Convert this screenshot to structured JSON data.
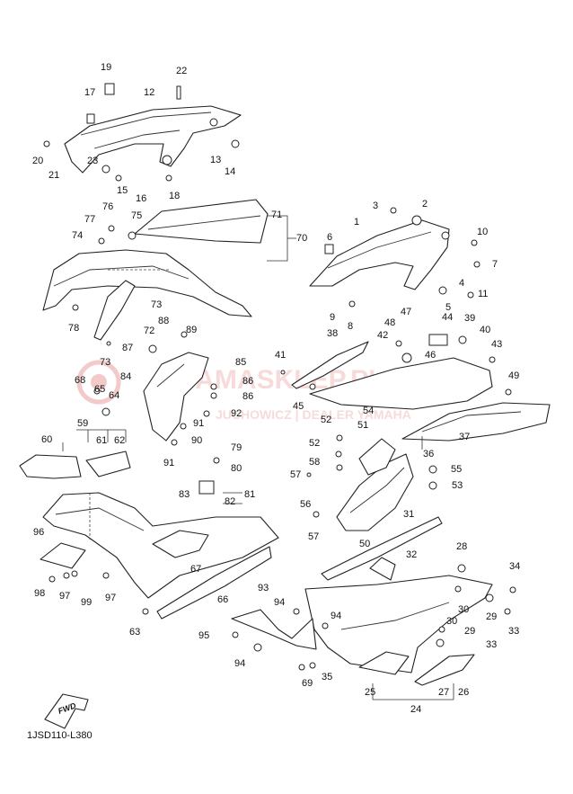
{
  "diagram": {
    "code": "1JSD110-L380",
    "fwd_label": "FWD",
    "watermark": {
      "title": "YAMASKLEP.PL",
      "subtitle": "JUCHOWICZ | DEALER YAMAHA",
      "color": "#e8a0a0"
    },
    "callouts": [
      {
        "id": "c19",
        "label": "19"
      },
      {
        "id": "c22",
        "label": "22"
      },
      {
        "id": "c17",
        "label": "17"
      },
      {
        "id": "c12",
        "label": "12"
      },
      {
        "id": "c20",
        "label": "20"
      },
      {
        "id": "c21",
        "label": "21"
      },
      {
        "id": "c23",
        "label": "23"
      },
      {
        "id": "c15",
        "label": "15"
      },
      {
        "id": "c16",
        "label": "16"
      },
      {
        "id": "c13",
        "label": "13"
      },
      {
        "id": "c14",
        "label": "14"
      },
      {
        "id": "c18",
        "label": "18"
      },
      {
        "id": "c76",
        "label": "76"
      },
      {
        "id": "c75",
        "label": "75"
      },
      {
        "id": "c77",
        "label": "77"
      },
      {
        "id": "c74",
        "label": "74"
      },
      {
        "id": "c71",
        "label": "71"
      },
      {
        "id": "c70",
        "label": "70"
      },
      {
        "id": "c78",
        "label": "78"
      },
      {
        "id": "c73a",
        "label": "73"
      },
      {
        "id": "c72",
        "label": "72"
      },
      {
        "id": "c73b",
        "label": "73"
      },
      {
        "id": "c3",
        "label": "3"
      },
      {
        "id": "c2",
        "label": "2"
      },
      {
        "id": "c1",
        "label": "1"
      },
      {
        "id": "c10",
        "label": "10"
      },
      {
        "id": "c6",
        "label": "6"
      },
      {
        "id": "c7",
        "label": "7"
      },
      {
        "id": "c4",
        "label": "4"
      },
      {
        "id": "c5",
        "label": "5"
      },
      {
        "id": "c11",
        "label": "11"
      },
      {
        "id": "c9",
        "label": "9"
      },
      {
        "id": "c8",
        "label": "8"
      },
      {
        "id": "c88",
        "label": "88"
      },
      {
        "id": "c89",
        "label": "89"
      },
      {
        "id": "c87",
        "label": "87"
      },
      {
        "id": "c85",
        "label": "85"
      },
      {
        "id": "c84",
        "label": "84"
      },
      {
        "id": "c86a",
        "label": "86"
      },
      {
        "id": "c86b",
        "label": "86"
      },
      {
        "id": "c68",
        "label": "68"
      },
      {
        "id": "c65",
        "label": "65"
      },
      {
        "id": "c64",
        "label": "64"
      },
      {
        "id": "c92",
        "label": "92"
      },
      {
        "id": "c91a",
        "label": "91"
      },
      {
        "id": "c90",
        "label": "90"
      },
      {
        "id": "c91b",
        "label": "91"
      },
      {
        "id": "c59",
        "label": "59"
      },
      {
        "id": "c60",
        "label": "60"
      },
      {
        "id": "c61",
        "label": "61"
      },
      {
        "id": "c62",
        "label": "62"
      },
      {
        "id": "c79",
        "label": "79"
      },
      {
        "id": "c80",
        "label": "80"
      },
      {
        "id": "c83",
        "label": "83"
      },
      {
        "id": "c81",
        "label": "81"
      },
      {
        "id": "c82",
        "label": "82"
      },
      {
        "id": "c41",
        "label": "41"
      },
      {
        "id": "c47",
        "label": "47"
      },
      {
        "id": "c44",
        "label": "44"
      },
      {
        "id": "c48",
        "label": "48"
      },
      {
        "id": "c39",
        "label": "39"
      },
      {
        "id": "c40",
        "label": "40"
      },
      {
        "id": "c43",
        "label": "43"
      },
      {
        "id": "c42",
        "label": "42"
      },
      {
        "id": "c46",
        "label": "46"
      },
      {
        "id": "c38",
        "label": "38"
      },
      {
        "id": "c49",
        "label": "49"
      },
      {
        "id": "c45",
        "label": "45"
      },
      {
        "id": "c54",
        "label": "54"
      },
      {
        "id": "c52a",
        "label": "52"
      },
      {
        "id": "c51",
        "label": "51"
      },
      {
        "id": "c37",
        "label": "37"
      },
      {
        "id": "c36",
        "label": "36"
      },
      {
        "id": "c52b",
        "label": "52"
      },
      {
        "id": "c58",
        "label": "58"
      },
      {
        "id": "c55",
        "label": "55"
      },
      {
        "id": "c57a",
        "label": "57"
      },
      {
        "id": "c53",
        "label": "53"
      },
      {
        "id": "c56",
        "label": "56"
      },
      {
        "id": "c57b",
        "label": "57"
      },
      {
        "id": "c50",
        "label": "50"
      },
      {
        "id": "c31",
        "label": "31"
      },
      {
        "id": "c96",
        "label": "96"
      },
      {
        "id": "c67",
        "label": "67"
      },
      {
        "id": "c32",
        "label": "32"
      },
      {
        "id": "c28",
        "label": "28"
      },
      {
        "id": "c34",
        "label": "34"
      },
      {
        "id": "c98",
        "label": "98"
      },
      {
        "id": "c97a",
        "label": "97"
      },
      {
        "id": "c99",
        "label": "99"
      },
      {
        "id": "c97b",
        "label": "97"
      },
      {
        "id": "c66",
        "label": "66"
      },
      {
        "id": "c93",
        "label": "93"
      },
      {
        "id": "c30a",
        "label": "30"
      },
      {
        "id": "c29a",
        "label": "29"
      },
      {
        "id": "c33a",
        "label": "33"
      },
      {
        "id": "c63",
        "label": "63"
      },
      {
        "id": "c94a",
        "label": "94"
      },
      {
        "id": "c94b",
        "label": "94"
      },
      {
        "id": "c30b",
        "label": "30"
      },
      {
        "id": "c29b",
        "label": "29"
      },
      {
        "id": "c95",
        "label": "95"
      },
      {
        "id": "c33b",
        "label": "33"
      },
      {
        "id": "c94c",
        "label": "94"
      },
      {
        "id": "c35",
        "label": "35"
      },
      {
        "id": "c69",
        "label": "69"
      },
      {
        "id": "c25",
        "label": "25"
      },
      {
        "id": "c27",
        "label": "27"
      },
      {
        "id": "c26",
        "label": "26"
      },
      {
        "id": "c24",
        "label": "24"
      }
    ]
  }
}
